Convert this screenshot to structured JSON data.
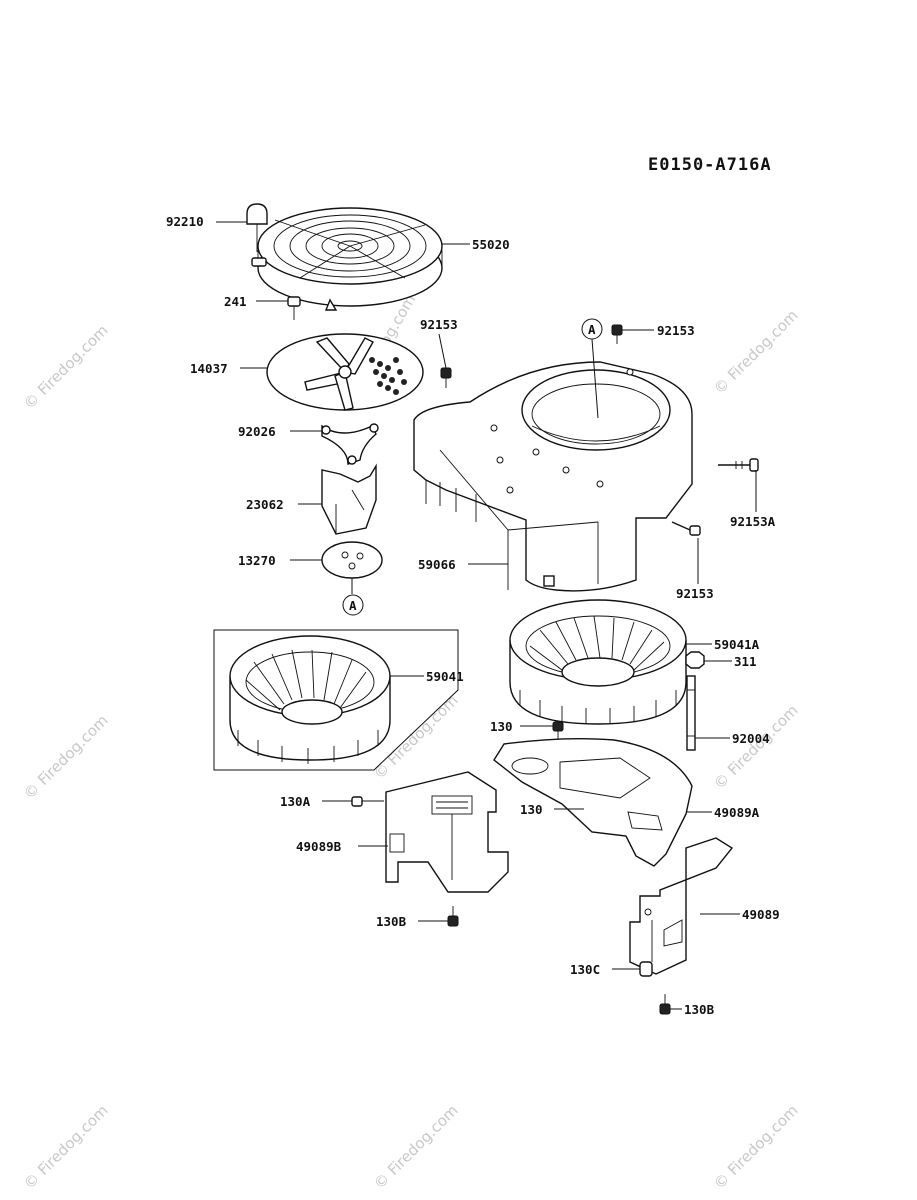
{
  "diagram_code": "E0150-A716A",
  "reference_marker": "A",
  "watermark": "© Firedog.com",
  "parts": {
    "p92210": "92210",
    "p55020": "55020",
    "p241": "241",
    "p92153_top": "92153",
    "p92153_housing": "92153",
    "p14037": "14037",
    "p92026": "92026",
    "p23062": "23062",
    "p13270": "13270",
    "p59066": "59066",
    "p92153A": "92153A",
    "p92153_side": "92153",
    "p59041A": "59041A",
    "p311": "311",
    "p59041": "59041",
    "p130_a": "130",
    "p92004": "92004",
    "p130A": "130A",
    "p130_b": "130",
    "p49089A": "49089A",
    "p49089B": "49089B",
    "p49089": "49089",
    "p130B_left": "130B",
    "p130C": "130C",
    "p130B_right": "130B"
  }
}
